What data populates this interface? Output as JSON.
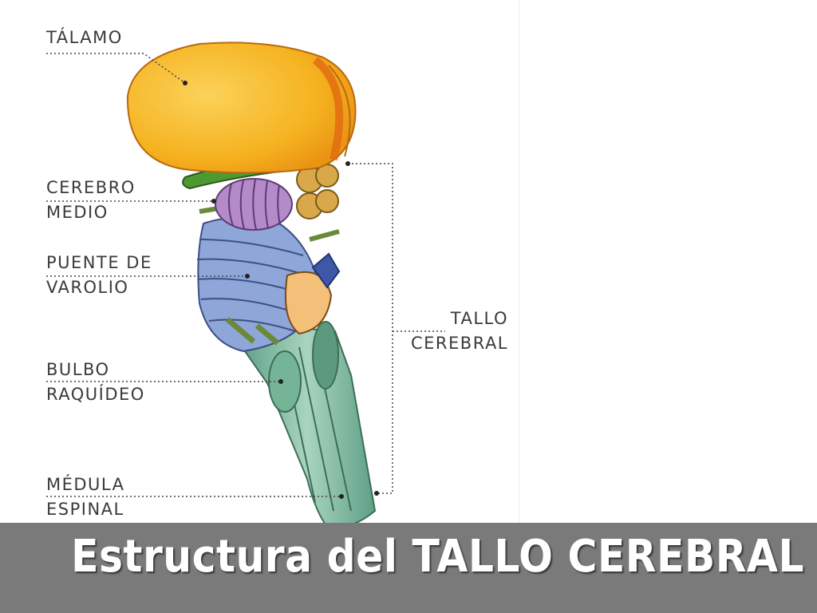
{
  "labels": {
    "talamo": "Tálamo",
    "cerebro_medio": [
      "Cerebro",
      "medio"
    ],
    "puente": [
      "Puente de",
      "Varolio"
    ],
    "bulbo": [
      "Bulbo",
      "raquídeo"
    ],
    "medula": [
      "Médula",
      "espinal"
    ],
    "tallo": [
      "Tallo",
      "cerebral"
    ]
  },
  "title": "Estructura del TALLO CEREBRAL",
  "colors": {
    "thalamus": "#f5b21f",
    "thalamus_edge": "#e06a10",
    "midbrain": "#b48ac8",
    "pons": "#8fa6d8",
    "medulla": "#8bbfa6",
    "green": "#4e9a32",
    "banner": "#7a7a7a"
  }
}
